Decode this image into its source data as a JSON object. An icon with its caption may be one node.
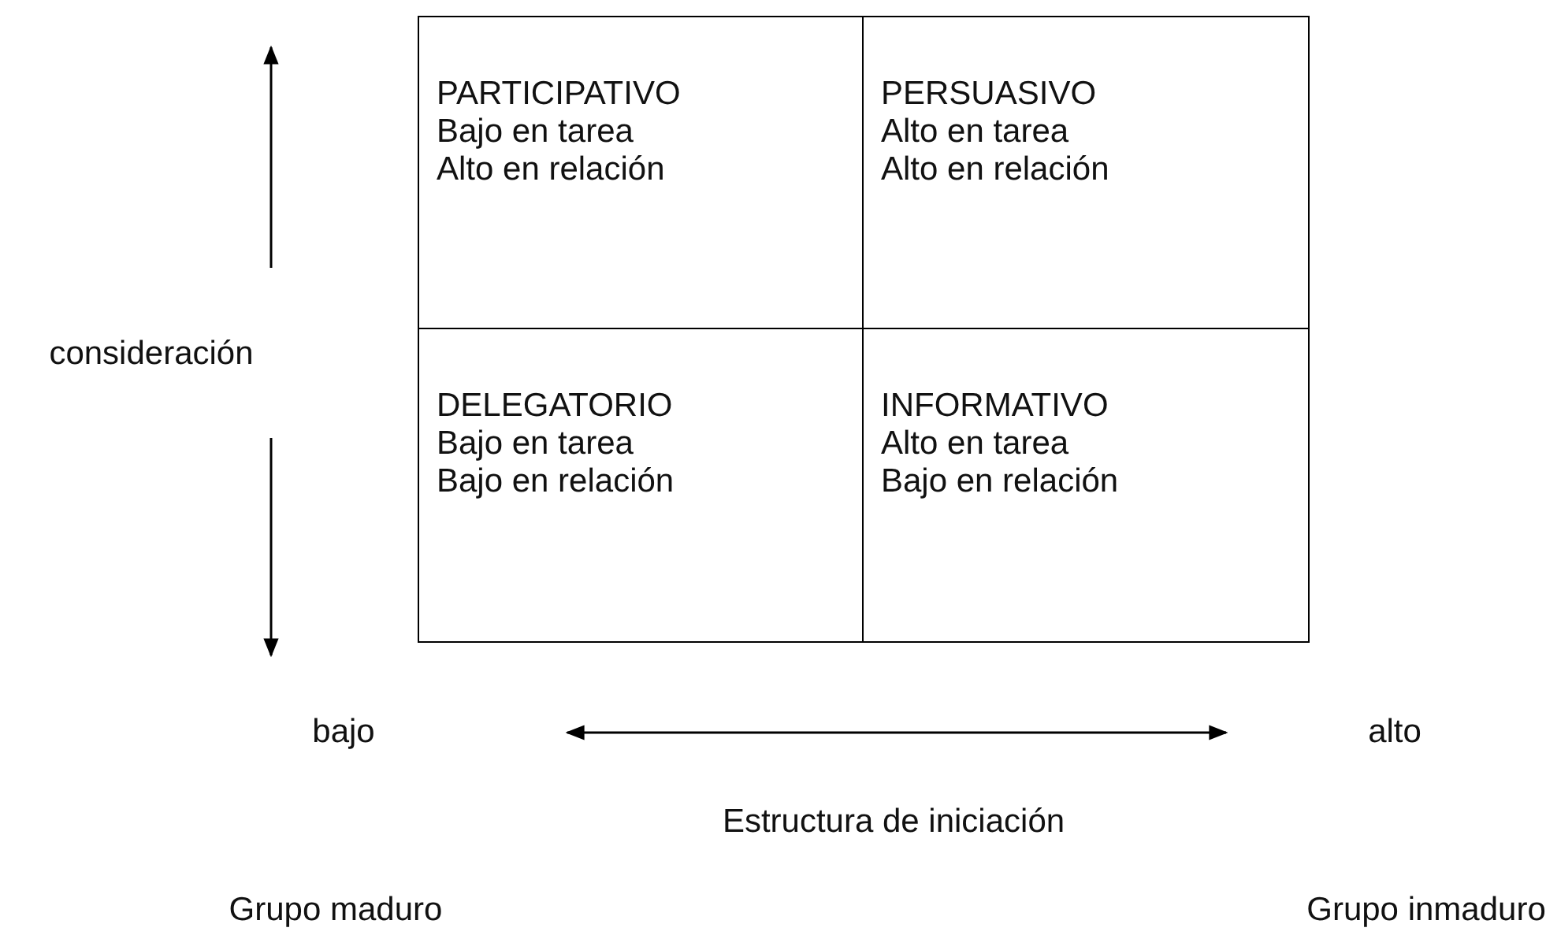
{
  "diagram": {
    "nodes": [
      {
        "text": [
          "PARTICIPATIVO",
          "Bajo en tarea",
          "Alto en relación"
        ]
      },
      {
        "text": [
          "PERSUASIVO",
          "Alto en tarea",
          "Alto en relación"
        ]
      },
      {
        "text": [
          "DELEGATORIO",
          "Bajo en tarea",
          "Bajo en relación"
        ]
      },
      {
        "text": [
          "INFORMATIVO",
          "Alto en tarea",
          "Bajo en relación"
        ]
      }
    ],
    "edges": [],
    "labels": [
      "consideración",
      "bajo",
      "alto",
      "Estructura de iniciación",
      "Grupo maduro",
      "Grupo inmaduro"
    ]
  }
}
